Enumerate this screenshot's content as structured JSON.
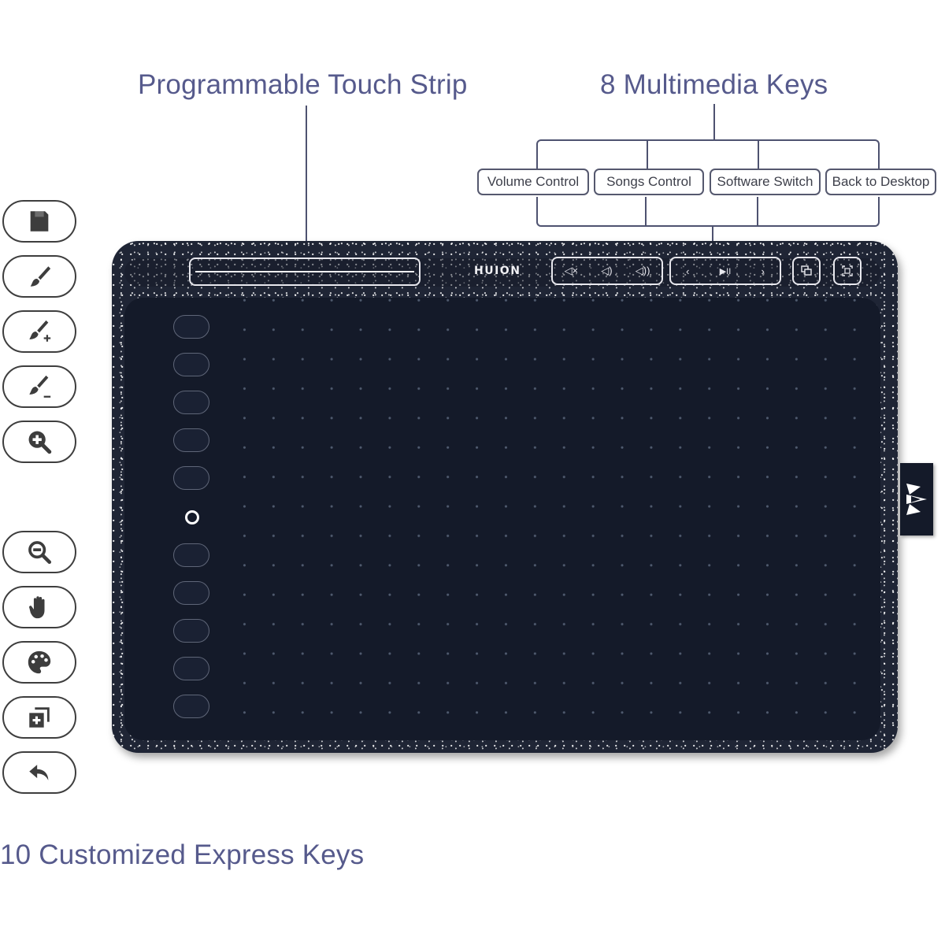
{
  "labels": {
    "touch_strip_title": "Programmable Touch Strip",
    "multimedia_title": "8 Multimedia Keys",
    "express_keys_title": "10 Customized Express Keys"
  },
  "multimedia_callouts": [
    {
      "label": "Volume Control"
    },
    {
      "label": "Songs Control"
    },
    {
      "label": "Software Switch"
    },
    {
      "label": "Back to Desktop"
    }
  ],
  "express_key_icons": [
    {
      "icon": "save-icon"
    },
    {
      "icon": "brush-icon"
    },
    {
      "icon": "brush-size-increase-icon"
    },
    {
      "icon": "brush-size-decrease-icon"
    },
    {
      "icon": "zoom-in-icon"
    },
    {
      "icon": "zoom-out-icon"
    },
    {
      "icon": "hand-pan-icon"
    },
    {
      "icon": "color-palette-icon"
    },
    {
      "icon": "new-layer-icon"
    },
    {
      "icon": "undo-icon"
    }
  ],
  "tablet": {
    "brand": "HUION",
    "volume_keys": [
      "mute-icon",
      "volume-down-icon",
      "volume-up-icon"
    ],
    "song_keys": [
      "previous-icon",
      "play-pause-icon",
      "next-icon"
    ],
    "single_keys": [
      "software-switch-icon",
      "back-to-desktop-icon"
    ],
    "glyphs": {
      "mute": "◁×",
      "vol_down": "◁)",
      "vol_up": "◁))",
      "prev": "‹",
      "play": "▶II",
      "next": "›"
    }
  },
  "colors": {
    "title_text": "#565a8c",
    "tablet_body": "#1f2535",
    "active_area": "#141a29",
    "outline": "#4e5270"
  }
}
